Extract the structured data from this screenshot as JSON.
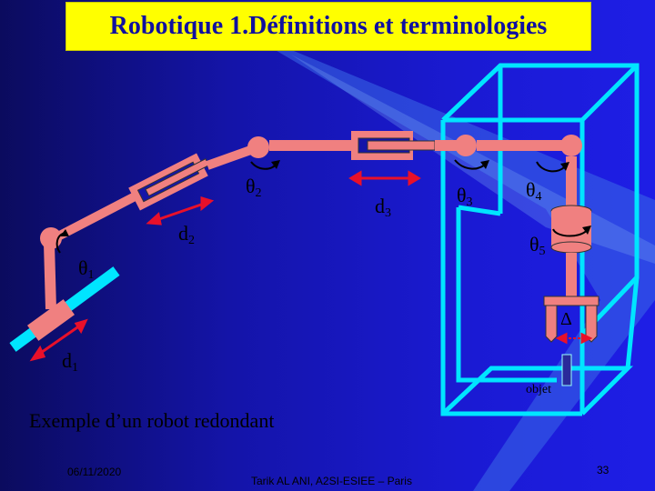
{
  "title": "Robotique 1.Définitions et terminologies",
  "labels": {
    "theta1": {
      "sym": "θ",
      "sub": "1"
    },
    "theta2": {
      "sym": "θ",
      "sub": "2"
    },
    "theta3": {
      "sym": "θ",
      "sub": "3"
    },
    "theta4": {
      "sym": "θ",
      "sub": "4"
    },
    "theta5": {
      "sym": "θ",
      "sub": "5"
    },
    "d1": {
      "sym": "d",
      "sub": "1"
    },
    "d2": {
      "sym": "d",
      "sub": "2"
    },
    "d3": {
      "sym": "d",
      "sub": "3"
    },
    "delta": "Δ",
    "objet": "objet"
  },
  "caption": "Exemple d’un robot redondant",
  "footer": {
    "date": "06/11/2020",
    "author": "Tarik AL ANI, A2SI-ESIEE – Paris",
    "page": "33"
  },
  "colors": {
    "title_bg": "#ffff00",
    "title_text": "#1010a0",
    "robot": "#f08080",
    "rail": "#00e5ff",
    "frame": "#00e5ff",
    "arrow_red": "#e8102a",
    "background": "#1414a8"
  }
}
